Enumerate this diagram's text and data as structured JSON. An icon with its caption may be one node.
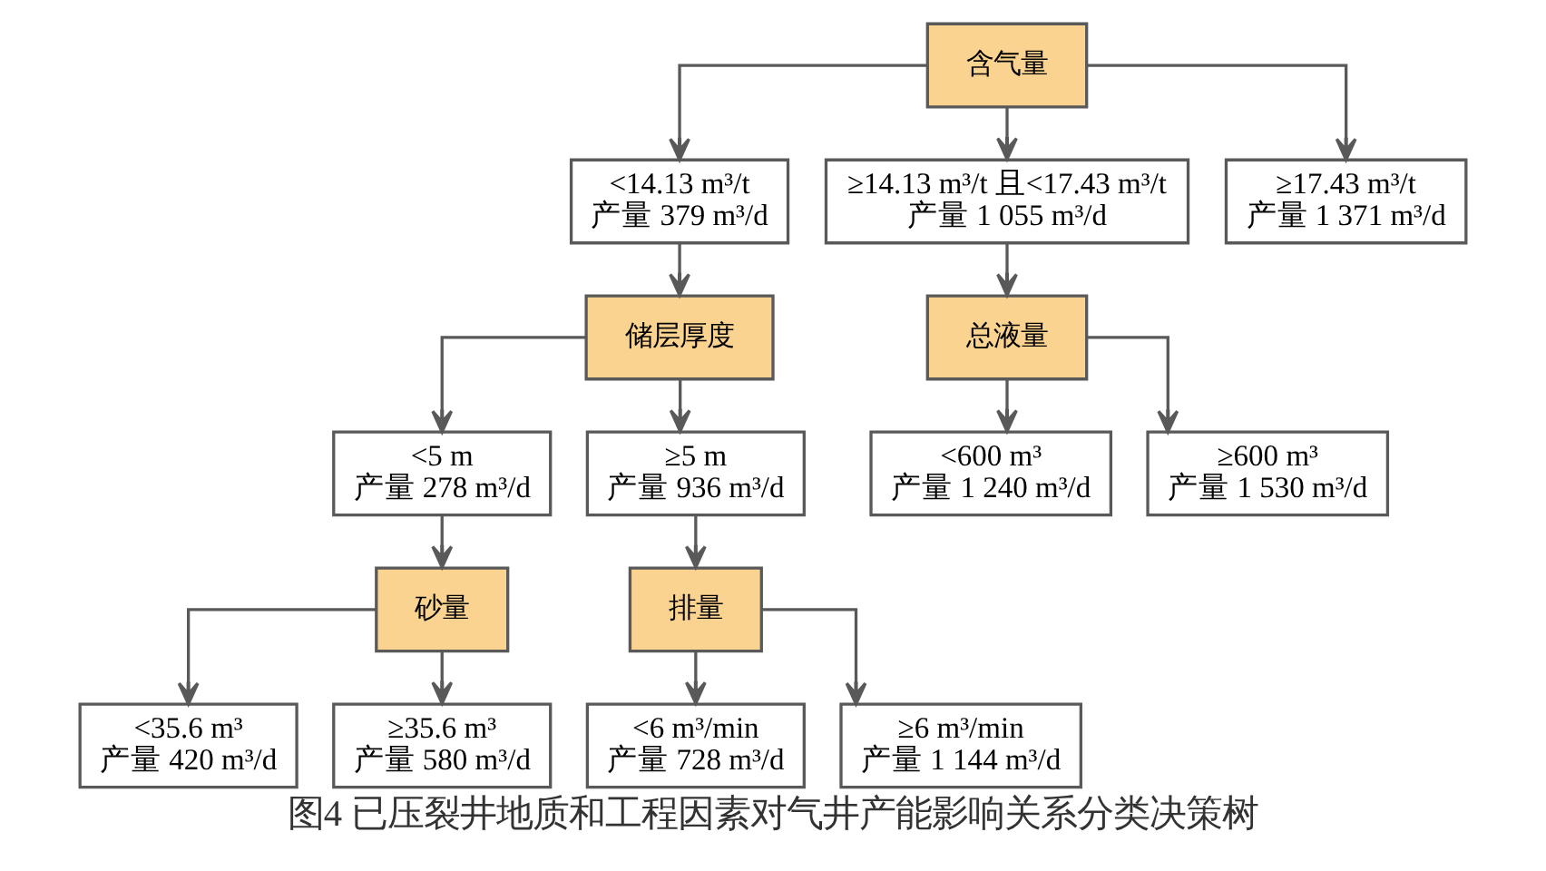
{
  "diagram": {
    "caption": "图4 已压裂井地质和工程因素对气井产能影响关系分类决策树",
    "nodes": [
      {
        "text": [
          "含气量"
        ]
      },
      {
        "text": [
          "<14.13 m³/t",
          "产量 379 m³/d"
        ]
      },
      {
        "text": [
          "≥14.13 m³/t 且<17.43 m³/t",
          "产量 1 055 m³/d"
        ]
      },
      {
        "text": [
          "≥17.43 m³/t",
          "产量 1 371 m³/d"
        ]
      },
      {
        "text": [
          "储层厚度"
        ]
      },
      {
        "text": [
          "总液量"
        ]
      },
      {
        "text": [
          "<5 m",
          "产量 278 m³/d"
        ]
      },
      {
        "text": [
          "≥5 m",
          "产量 936 m³/d"
        ]
      },
      {
        "text": [
          "<600 m³",
          "产量 1 240 m³/d"
        ]
      },
      {
        "text": [
          "≥600 m³",
          "产量 1 530 m³/d"
        ]
      },
      {
        "text": [
          "砂量"
        ]
      },
      {
        "text": [
          "排量"
        ]
      },
      {
        "text": [
          "<35.6 m³",
          "产量 420 m³/d"
        ]
      },
      {
        "text": [
          "≥35.6 m³",
          "产量 580 m³/d"
        ]
      },
      {
        "text": [
          "<6 m³/min",
          "产量 728 m³/d"
        ]
      },
      {
        "text": [
          "≥6 m³/min",
          "产量 1 144 m³/d"
        ]
      }
    ],
    "edges": [
      {
        "from": 0,
        "to": 1,
        "arrow": "to"
      },
      {
        "from": 0,
        "to": 2,
        "arrow": "to"
      },
      {
        "from": 0,
        "to": 3,
        "arrow": "to"
      },
      {
        "from": 1,
        "to": 4,
        "arrow": "to"
      },
      {
        "from": 2,
        "to": 5,
        "arrow": "to"
      },
      {
        "from": 4,
        "to": 6,
        "arrow": "to"
      },
      {
        "from": 4,
        "to": 7,
        "arrow": "to"
      },
      {
        "from": 5,
        "to": 8,
        "arrow": "to"
      },
      {
        "from": 5,
        "to": 9,
        "arrow": "to"
      },
      {
        "from": 6,
        "to": 10,
        "arrow": "to"
      },
      {
        "from": 7,
        "to": 11,
        "arrow": "to"
      },
      {
        "from": 10,
        "to": 12,
        "arrow": "to"
      },
      {
        "from": 10,
        "to": 13,
        "arrow": "to"
      },
      {
        "from": 11,
        "to": 14,
        "arrow": "to"
      },
      {
        "from": 11,
        "to": 15,
        "arrow": "to"
      }
    ]
  }
}
